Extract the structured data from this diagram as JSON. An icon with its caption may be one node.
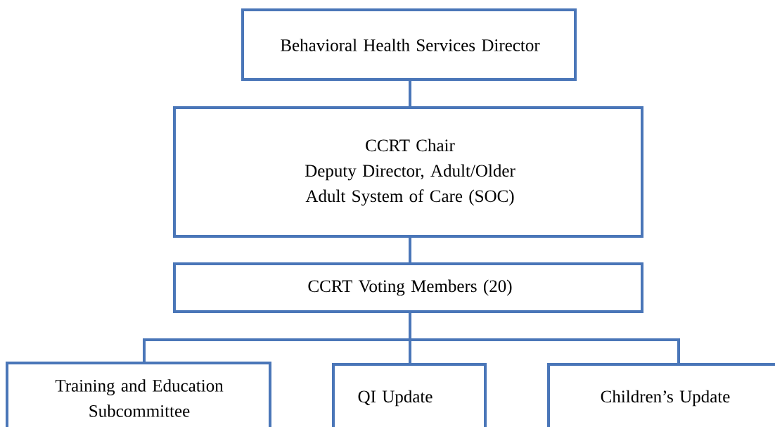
{
  "diagram": {
    "nodes": [
      {
        "text": [
          "Behavioral Health Services Director"
        ]
      },
      {
        "text": [
          "CCRT Chair",
          "Deputy Director, Adult/Older Adult System of Care (SOC)"
        ]
      },
      {
        "text": [
          "CCRT Voting Members (20)"
        ]
      },
      {
        "text": [
          "Training and Education Subcommittee"
        ]
      },
      {
        "text": [
          "QI Update"
        ]
      },
      {
        "text": [
          "Children’s Update"
        ]
      }
    ],
    "edges": [
      {
        "from": 0,
        "to": 1,
        "arrow": "none"
      },
      {
        "from": 1,
        "to": 2,
        "arrow": "none"
      },
      {
        "from": 2,
        "to": 3,
        "arrow": "none"
      },
      {
        "from": 2,
        "to": 4,
        "arrow": "none"
      },
      {
        "from": 2,
        "to": 5,
        "arrow": "none"
      }
    ]
  }
}
